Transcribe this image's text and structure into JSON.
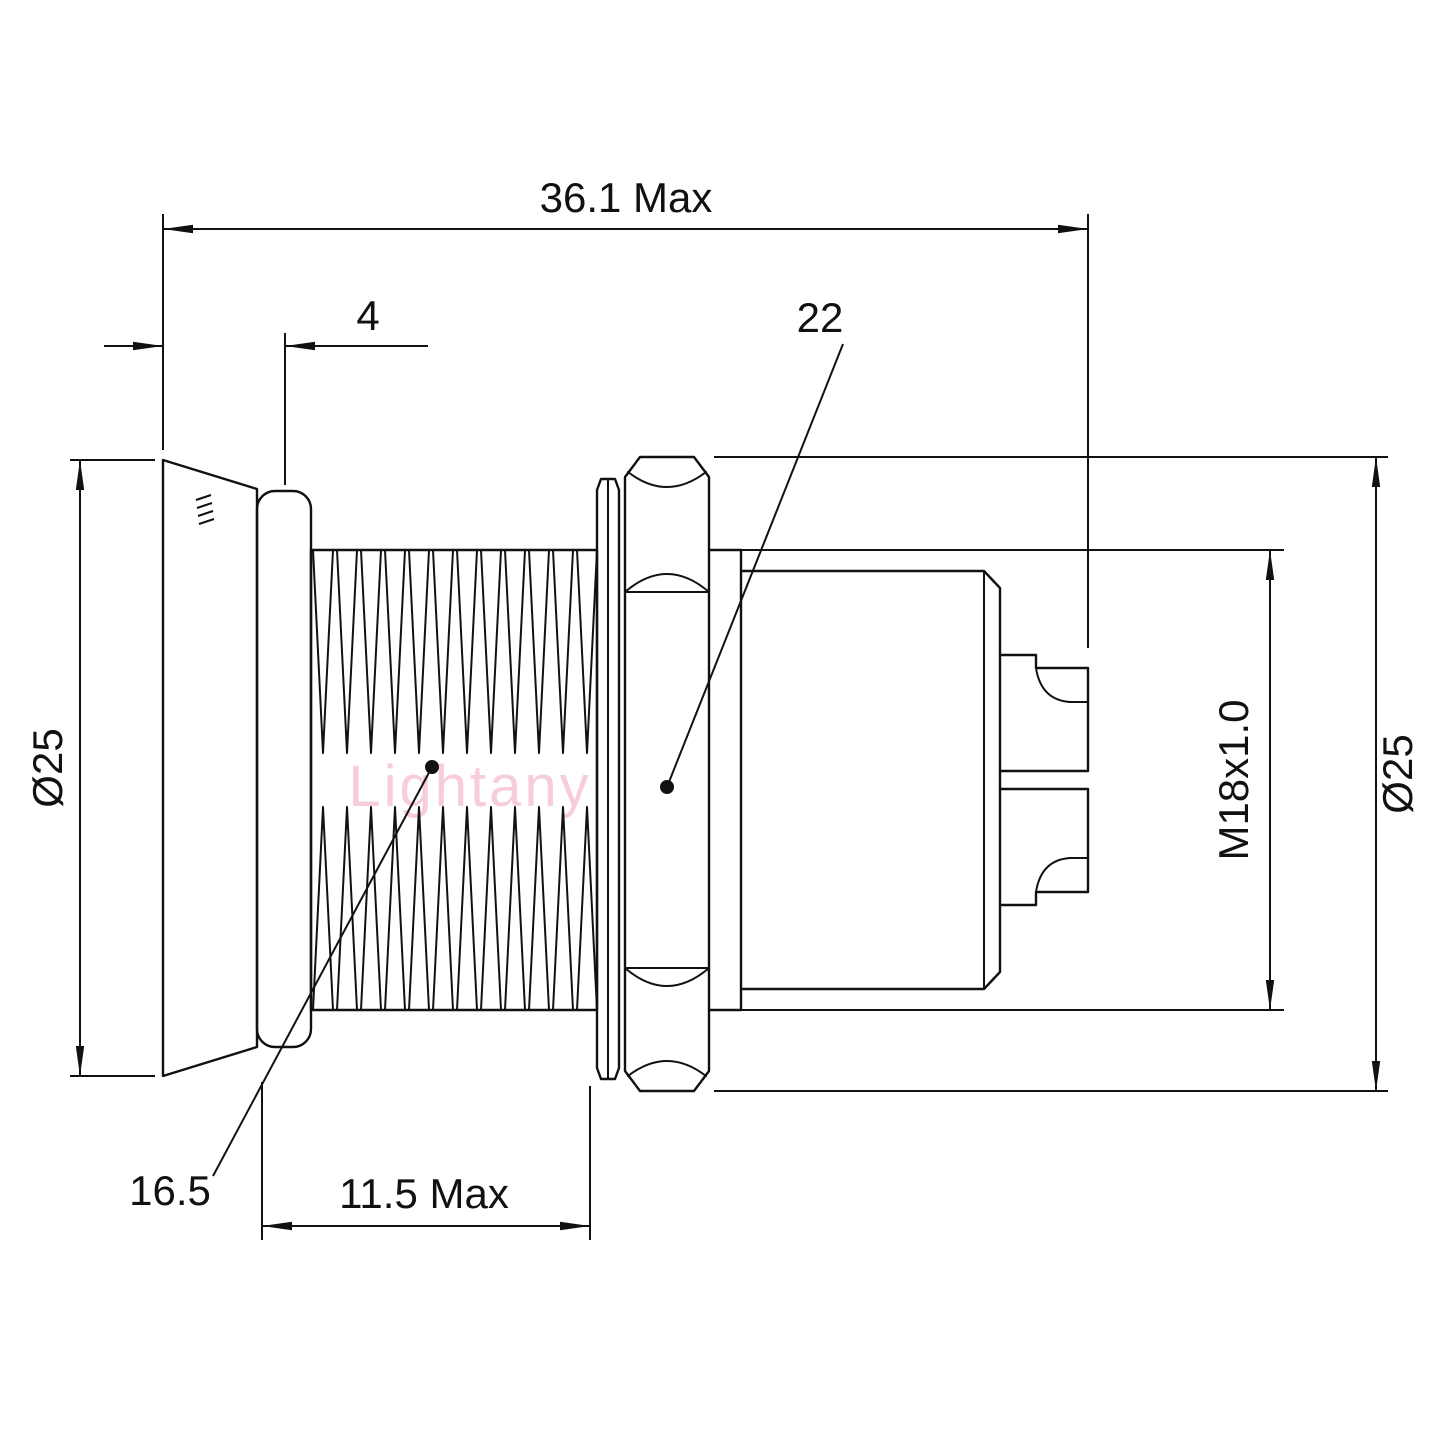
{
  "watermark": "Lightany",
  "dimensions": {
    "overall_length": "36.1 Max",
    "flange_thickness": "4",
    "nut_width": "22",
    "flange_diameter": "Ø25",
    "body_diameter": "Ø25",
    "thread_spec": "M18x1.0",
    "mount_ref": "16.5",
    "thread_length": "11.5 Max"
  }
}
